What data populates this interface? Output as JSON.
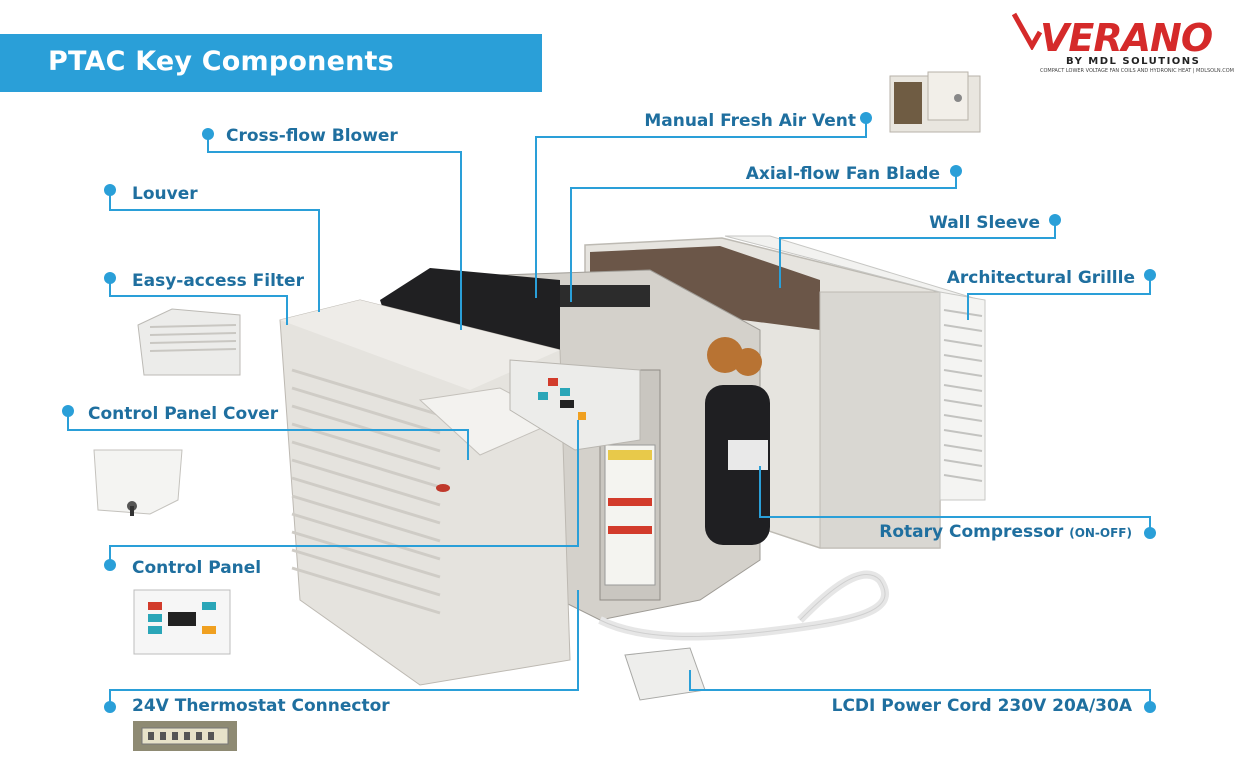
{
  "title": "PTAC Key Components",
  "logo": {
    "brand": "VERANO",
    "byline": "BY MDL SOLUTIONS",
    "tagline": "COMPACT LOWER VOLTAGE FAN COILS AND HYDRONIC HEAT | MDLSOLN.COM"
  },
  "colors": {
    "accent": "#2a9fd8",
    "label": "#1f6f9f",
    "brand": "#d52a2a"
  },
  "left_labels": {
    "cross_flow_blower": "Cross-flow Blower",
    "louver": "Louver",
    "easy_access_filter": "Easy-access Filter",
    "control_panel_cover": "Control Panel Cover",
    "control_panel": "Control Panel",
    "thermostat_connector": "24V Thermostat Connector"
  },
  "right_labels": {
    "manual_fresh_air_vent": "Manual Fresh Air Vent",
    "axial_flow_fan_blade": "Axial-flow Fan Blade",
    "wall_sleeve": "Wall Sleeve",
    "architectural_grille": "Architectural Grillle",
    "rotary_compressor": "Rotary Compressor",
    "rotary_compressor_note": "(ON-OFF)",
    "lcdi_power_cord": "LCDI Power Cord 230V 20A/30A"
  }
}
